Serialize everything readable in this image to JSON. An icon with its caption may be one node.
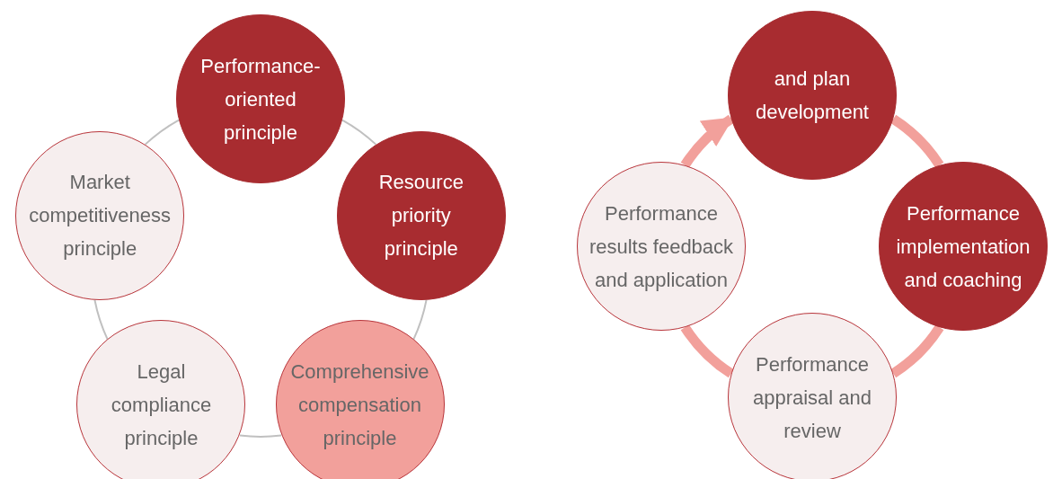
{
  "diagram": {
    "nodes": [
      {
        "text": [
          "Performance-oriented principle"
        ]
      },
      {
        "text": [
          "Market competitiveness principle"
        ]
      },
      {
        "text": [
          "Resource priority principle"
        ]
      },
      {
        "text": [
          "Legal compliance principle"
        ]
      },
      {
        "text": [
          "Comprehensive compensation principle"
        ]
      },
      {
        "text": [
          "and plan development"
        ]
      },
      {
        "text": [
          "Performance results feedback and application"
        ]
      },
      {
        "text": [
          "Performance implementation and coaching"
        ]
      },
      {
        "text": [
          "Performance appraisal and review"
        ]
      }
    ],
    "edges": [
      {
        "from": 0,
        "to": 2,
        "arrow": "none"
      },
      {
        "from": 2,
        "to": 4,
        "arrow": "none"
      },
      {
        "from": 4,
        "to": 3,
        "arrow": "none"
      },
      {
        "from": 3,
        "to": 1,
        "arrow": "none"
      },
      {
        "from": 1,
        "to": 0,
        "arrow": "none"
      },
      {
        "from": 6,
        "to": 5,
        "arrow": "to",
        "style": "thick",
        "color": "#f2a09b"
      },
      {
        "from": 5,
        "to": 7,
        "arrow": "none",
        "style": "thick",
        "color": "#f2a09b"
      },
      {
        "from": 7,
        "to": 8,
        "arrow": "none",
        "style": "thick",
        "color": "#f2a09b"
      },
      {
        "from": 8,
        "to": 6,
        "arrow": "none",
        "style": "thick",
        "color": "#f2a09b"
      }
    ]
  }
}
